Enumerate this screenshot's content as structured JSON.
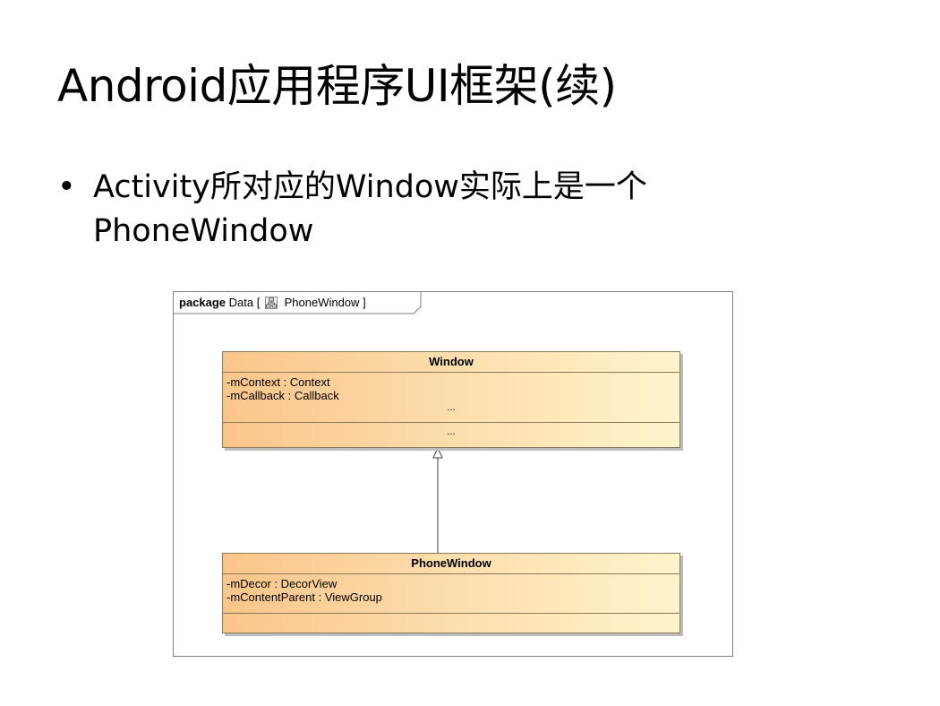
{
  "slide": {
    "title": "Android应用程序UI框架(续)",
    "bullet_marker": "•",
    "bullet_lines": [
      "Activity所对应的Window实际上是一个",
      "PhoneWindow"
    ]
  },
  "diagram": {
    "frame": {
      "keyword": "package",
      "name_prefix": "Data [",
      "diagram_name": "PhoneWindow",
      "name_suffix": "]",
      "icon": "class-diagram-icon"
    },
    "classes": [
      {
        "name": "Window",
        "attributes": [
          "-mContext : Context",
          "-mCallback : Callback"
        ],
        "attributes_more": "...",
        "operations_more": "..."
      },
      {
        "name": "PhoneWindow",
        "attributes": [
          "-mDecor : DecorView",
          "-mContentParent : ViewGroup"
        ],
        "attributes_more": "",
        "operations_more": ""
      }
    ],
    "relationships": [
      {
        "type": "generalization",
        "from": "PhoneWindow",
        "to": "Window"
      }
    ],
    "colors": {
      "class_fill_left": "#fbc58a",
      "class_fill_right": "#fff4cc",
      "class_border": "#8a7a55"
    }
  }
}
